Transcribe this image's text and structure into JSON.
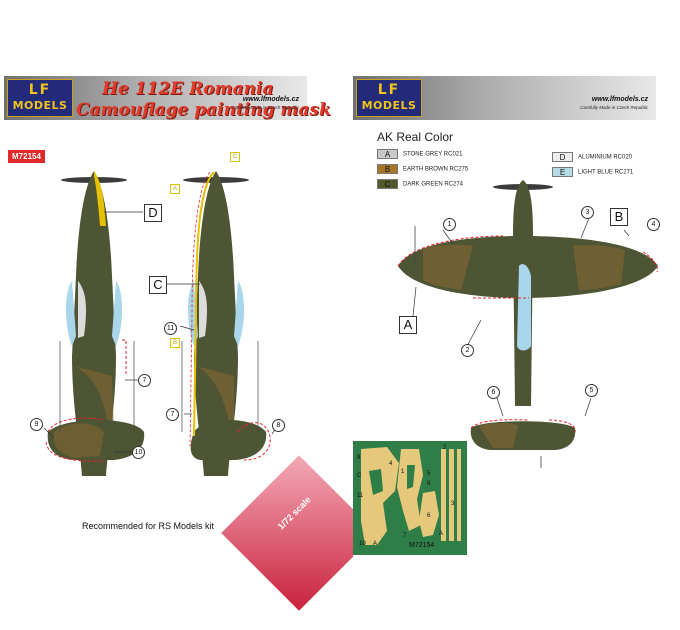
{
  "left_panel": {
    "logo": {
      "lf": "LF",
      "models": "MODELS"
    },
    "title_line1": "He 112E Romania",
    "title_line2": "Camouflage painting mask",
    "website": "www.lfmodels.cz",
    "tagline": "Carefully Made in Czech Republic",
    "product_code": "M72154",
    "callouts": [
      "D",
      "C",
      "A",
      "C"
    ],
    "numbers": [
      "7",
      "9",
      "10",
      "11",
      "7",
      "8"
    ],
    "yellow_tags": [
      "C",
      "A",
      "B"
    ],
    "recommended": "Recommended for RS Models  kit",
    "scale": "1/72 scale"
  },
  "right_panel": {
    "logo": {
      "lf": "LF",
      "models": "MODELS"
    },
    "website": "www.lfmodels.cz",
    "tagline": "Carefully Made in Czech Republic",
    "legend_title": "AK Real Color",
    "legend": [
      {
        "letter": "A",
        "name": "STONE GREY  RC021",
        "color": "#c9c9c9"
      },
      {
        "letter": "B",
        "name": "EARTH BROWN  RC275",
        "color": "#a8742a"
      },
      {
        "letter": "C",
        "name": "DARK GREEN  RC274",
        "color": "#4e5a2a"
      },
      {
        "letter": "D",
        "name": "ALUMINIUM  RC020",
        "color": "#eeeeee"
      },
      {
        "letter": "E",
        "name": "LIGHT BLUE  RC271",
        "color": "#b7dde4"
      }
    ],
    "callouts": [
      "B",
      "A"
    ],
    "numbers": [
      "1",
      "3",
      "4",
      "2",
      "6",
      "5"
    ],
    "mask_sheet": {
      "code": "M72154",
      "labels": [
        "9",
        "C",
        "11",
        "4",
        "1",
        "2",
        "5",
        "8",
        "3",
        "6",
        "10",
        "A",
        "7",
        "A"
      ]
    }
  },
  "colors": {
    "camo_green": "#4d5535",
    "camo_brown": "#7a6432",
    "light_blue": "#a9d6ea",
    "yellow": "#e5c100",
    "mask_red": "#e8202a",
    "mask_tan": "#e6c87a",
    "sheet_green": "#2f7d47"
  }
}
